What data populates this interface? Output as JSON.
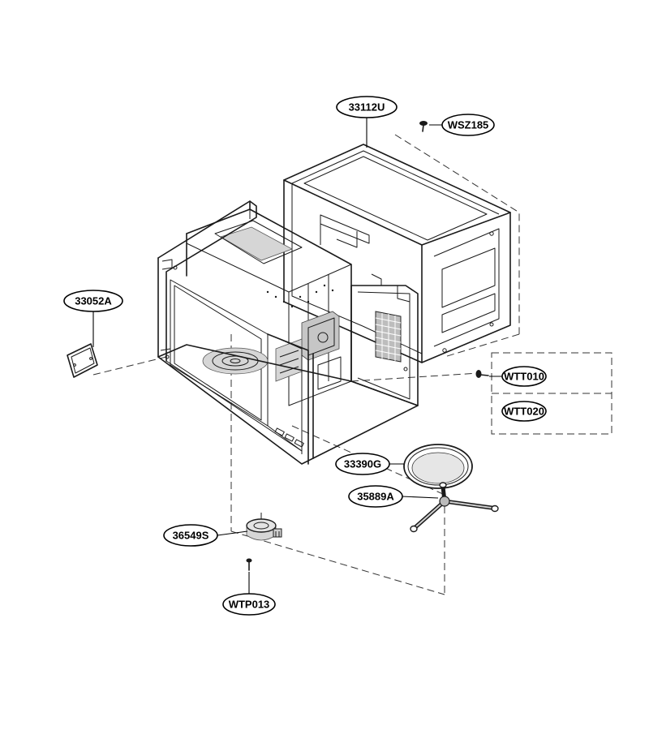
{
  "parts": {
    "outer_case": "33112U",
    "screw_top": "WSZ185",
    "cover_plate": "33052A",
    "screw_a": "WTT010",
    "screw_b": "WTT020",
    "tray": "33390G",
    "roller_guide": "35889A",
    "motor": "36549S",
    "motor_screw": "WTP013"
  },
  "colors": {
    "line": "#1a1a1a",
    "shade": "#d6d6d6",
    "background": "#ffffff"
  }
}
